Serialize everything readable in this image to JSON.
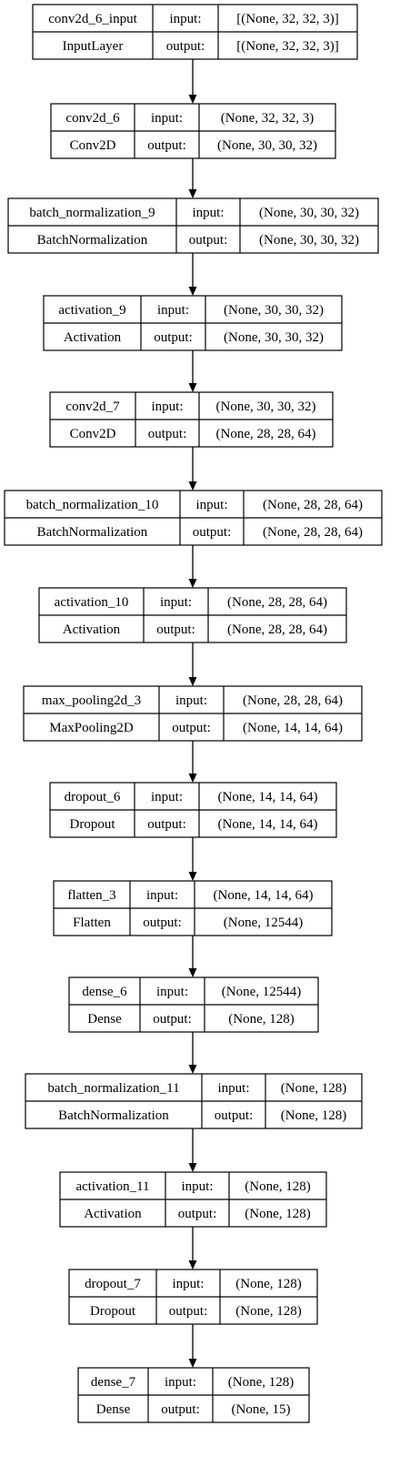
{
  "nodes": [
    {
      "name": "conv2d_6_input",
      "type": "InputLayer",
      "input_label": "input:",
      "output_label": "output:",
      "input": "[(None, 32, 32, 3)]",
      "output": "[(None, 32, 32, 3)]"
    },
    {
      "name": "conv2d_6",
      "type": "Conv2D",
      "input_label": "input:",
      "output_label": "output:",
      "input": "(None, 32, 32, 3)",
      "output": "(None, 30, 30, 32)"
    },
    {
      "name": "batch_normalization_9",
      "type": "BatchNormalization",
      "input_label": "input:",
      "output_label": "output:",
      "input": "(None, 30, 30, 32)",
      "output": "(None, 30, 30, 32)"
    },
    {
      "name": "activation_9",
      "type": "Activation",
      "input_label": "input:",
      "output_label": "output:",
      "input": "(None, 30, 30, 32)",
      "output": "(None, 30, 30, 32)"
    },
    {
      "name": "conv2d_7",
      "type": "Conv2D",
      "input_label": "input:",
      "output_label": "output:",
      "input": "(None, 30, 30, 32)",
      "output": "(None, 28, 28, 64)"
    },
    {
      "name": "batch_normalization_10",
      "type": "BatchNormalization",
      "input_label": "input:",
      "output_label": "output:",
      "input": "(None, 28, 28, 64)",
      "output": "(None, 28, 28, 64)"
    },
    {
      "name": "activation_10",
      "type": "Activation",
      "input_label": "input:",
      "output_label": "output:",
      "input": "(None, 28, 28, 64)",
      "output": "(None, 28, 28, 64)"
    },
    {
      "name": "max_pooling2d_3",
      "type": "MaxPooling2D",
      "input_label": "input:",
      "output_label": "output:",
      "input": "(None, 28, 28, 64)",
      "output": "(None, 14, 14, 64)"
    },
    {
      "name": "dropout_6",
      "type": "Dropout",
      "input_label": "input:",
      "output_label": "output:",
      "input": "(None, 14, 14, 64)",
      "output": "(None, 14, 14, 64)"
    },
    {
      "name": "flatten_3",
      "type": "Flatten",
      "input_label": "input:",
      "output_label": "output:",
      "input": "(None, 14, 14, 64)",
      "output": "(None, 12544)"
    },
    {
      "name": "dense_6",
      "type": "Dense",
      "input_label": "input:",
      "output_label": "output:",
      "input": "(None, 12544)",
      "output": "(None, 128)"
    },
    {
      "name": "batch_normalization_11",
      "type": "BatchNormalization",
      "input_label": "input:",
      "output_label": "output:",
      "input": "(None, 128)",
      "output": "(None, 128)"
    },
    {
      "name": "activation_11",
      "type": "Activation",
      "input_label": "input:",
      "output_label": "output:",
      "input": "(None, 128)",
      "output": "(None, 128)"
    },
    {
      "name": "dropout_7",
      "type": "Dropout",
      "input_label": "input:",
      "output_label": "output:",
      "input": "(None, 128)",
      "output": "(None, 128)"
    },
    {
      "name": "dense_7",
      "type": "Dense",
      "input_label": "input:",
      "output_label": "output:",
      "input": "(None, 128)",
      "output": "(None, 15)"
    }
  ],
  "edges": [
    [
      0,
      1
    ],
    [
      1,
      2
    ],
    [
      2,
      3
    ],
    [
      3,
      4
    ],
    [
      4,
      5
    ],
    [
      5,
      6
    ],
    [
      6,
      7
    ],
    [
      7,
      8
    ],
    [
      8,
      9
    ],
    [
      9,
      10
    ],
    [
      10,
      11
    ],
    [
      11,
      12
    ],
    [
      12,
      13
    ],
    [
      13,
      14
    ]
  ]
}
